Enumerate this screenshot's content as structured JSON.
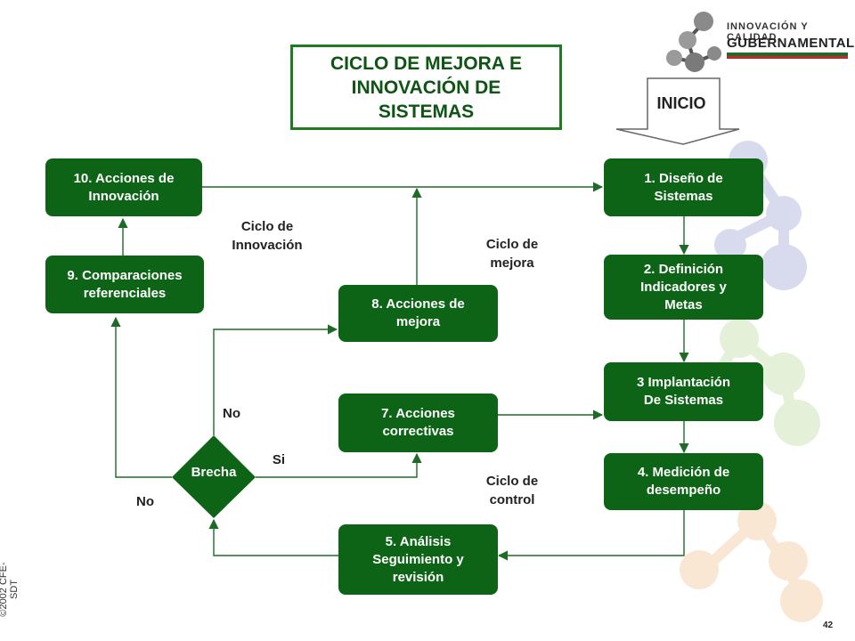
{
  "title": "CICLO DE MEJORA E\nINNOVACIÓN DE\nSISTEMAS",
  "logo": {
    "line1": "INNOVACIÓN Y CALIDAD",
    "line2": "GUBERNAMENTAL"
  },
  "start_label": "INICIO",
  "steps": {
    "s1": "1.      Diseño de\nSistemas",
    "s2": "2. Definición\nIndicadores y\nMetas",
    "s3": "3 Implantación\nDe Sistemas",
    "s4": "4. Medición de\ndesempeño",
    "s5": "5. Análisis\nSeguimiento y\nrevisión",
    "s7": "7. Acciones\ncorrectivas",
    "s8": "8. Acciones de\nmejora",
    "s9": "9. Comparaciones\nreferenciales",
    "s10": "10. Acciones de\nInnovación"
  },
  "decision": "Brecha",
  "labels": {
    "innovation_cycle": "Ciclo de\nInnovación",
    "improvement_cycle": "Ciclo de\nmejora",
    "control_cycle": "Ciclo de\ncontrol",
    "no_up": "No",
    "yes": "Si",
    "no_left": "No"
  },
  "copyright": "©2002 CFE-SDT",
  "page_number": "42",
  "colors": {
    "box": "#0e6416",
    "line": "#1d6b26"
  }
}
